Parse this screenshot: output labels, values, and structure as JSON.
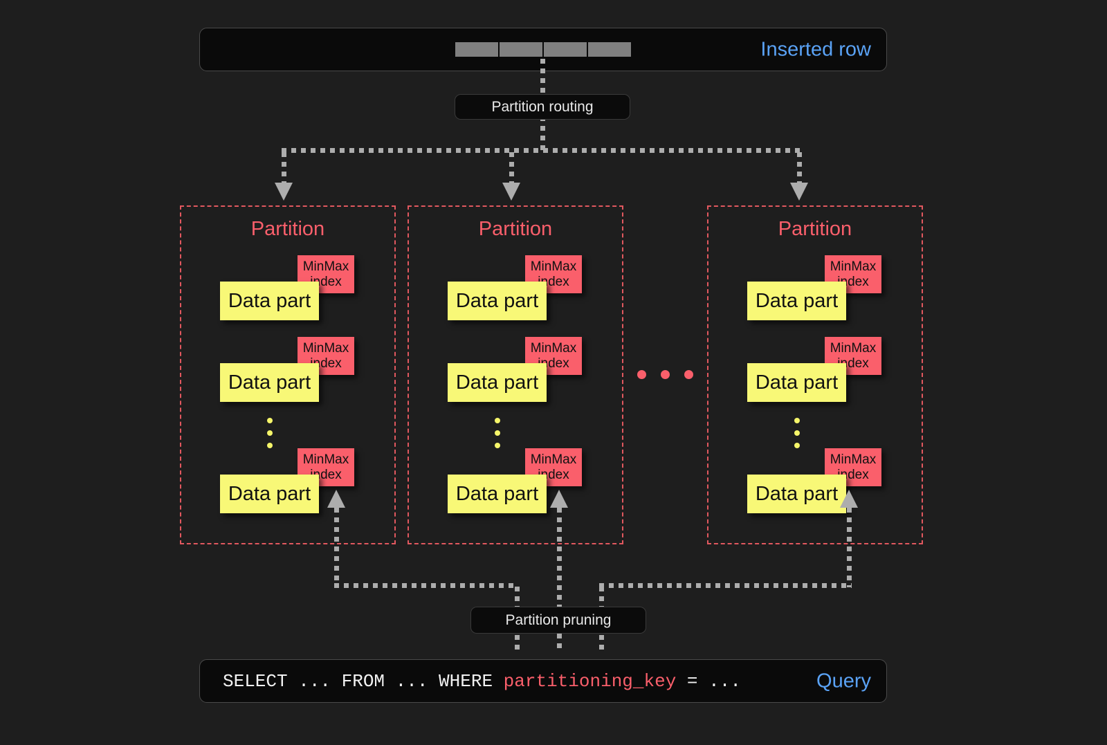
{
  "diagram": {
    "background_color": "#1e1e1e",
    "accent_red": "#fa5f6b",
    "accent_yellow": "#f8f877",
    "accent_blue": "#5aa2f5",
    "connector_gray": "#adadad"
  },
  "inserted_row": {
    "tag_label": "Inserted row",
    "cell_count": 4,
    "cells": [
      "",
      "",
      "",
      ""
    ]
  },
  "routing": {
    "label": "Partition routing"
  },
  "partitions": [
    {
      "title": "Partition",
      "parts": [
        {
          "data_part_label": "Data part",
          "minmax_line1": "MinMax",
          "minmax_line2": "index"
        },
        {
          "data_part_label": "Data part",
          "minmax_line1": "MinMax",
          "minmax_line2": "index"
        },
        {
          "data_part_label": "Data part",
          "minmax_line1": "MinMax",
          "minmax_line2": "index"
        }
      ],
      "vertical_ellipsis_dots": 3
    },
    {
      "title": "Partition",
      "parts": [
        {
          "data_part_label": "Data part",
          "minmax_line1": "MinMax",
          "minmax_line2": "index"
        },
        {
          "data_part_label": "Data part",
          "minmax_line1": "MinMax",
          "minmax_line2": "index"
        },
        {
          "data_part_label": "Data part",
          "minmax_line1": "MinMax",
          "minmax_line2": "index"
        }
      ],
      "vertical_ellipsis_dots": 3
    },
    {
      "title": "Partition",
      "parts": [
        {
          "data_part_label": "Data part",
          "minmax_line1": "MinMax",
          "minmax_line2": "index"
        },
        {
          "data_part_label": "Data part",
          "minmax_line1": "MinMax",
          "minmax_line2": "index"
        },
        {
          "data_part_label": "Data part",
          "minmax_line1": "MinMax",
          "minmax_line2": "index"
        }
      ],
      "vertical_ellipsis_dots": 3
    }
  ],
  "partition_ellipsis": {
    "dots": 3
  },
  "pruning": {
    "label": "Partition pruning"
  },
  "query": {
    "tag_label": "Query",
    "prefix": "SELECT ... FROM ... WHERE ",
    "key": "partitioning_key",
    "suffix": " = ..."
  }
}
